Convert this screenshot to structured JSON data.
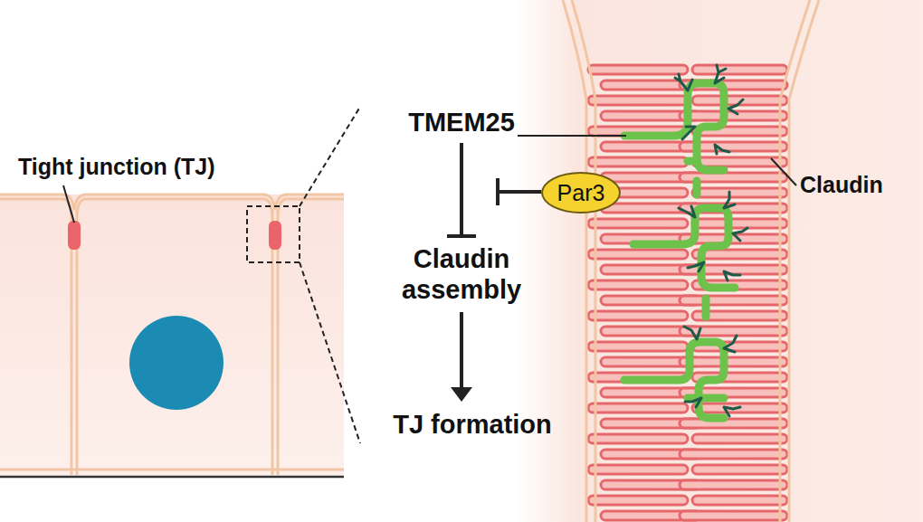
{
  "diagram": {
    "nodes": [
      {
        "text": [
          "TMEM25"
        ]
      },
      {
        "text": [
          "Par3"
        ]
      },
      {
        "text": [
          "Claudin assembly"
        ]
      },
      {
        "text": [
          "TJ formation"
        ]
      }
    ],
    "edges": [
      {
        "from": 0,
        "to": 2,
        "arrow": "to"
      },
      {
        "from": 2,
        "to": 3,
        "arrow": "to"
      }
    ],
    "labels": [
      "Tight junction (TJ)",
      "Claudin"
    ]
  }
}
